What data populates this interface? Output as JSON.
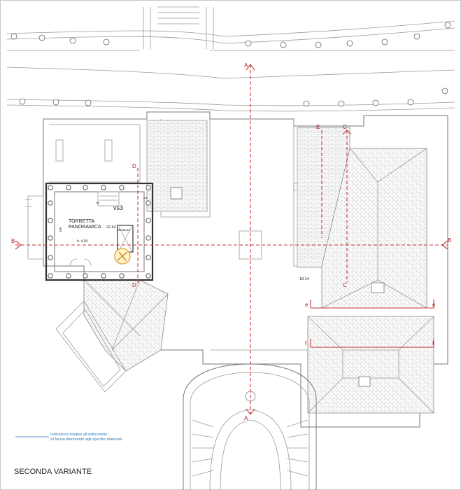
{
  "drawing": {
    "title": "SECONDA VARIANTE",
    "notes": [
      "Indicazioni relative all'antincendio.",
      "Si faccia riferimento agli specifici elaborati."
    ],
    "room": {
      "name_line1": "TORRETTA",
      "name_line2": "PANORAMICA",
      "elevation_mark": "22.64",
      "height": "h. 4.04",
      "tag": "vs3",
      "small_label_a": "SS",
      "small_label_b": "S/F",
      "elevator": "Elevatore",
      "side_label": "188"
    },
    "elevation_main": "18.14",
    "section_letters": {
      "a": "A",
      "b": "B",
      "c": "C",
      "d": "D",
      "e": "E",
      "lower_e": "e",
      "f": "f"
    }
  },
  "colors": {
    "section_line": "#c23a3a",
    "note_text": "#2a7ab8",
    "line_work": "#9a9a9a"
  }
}
